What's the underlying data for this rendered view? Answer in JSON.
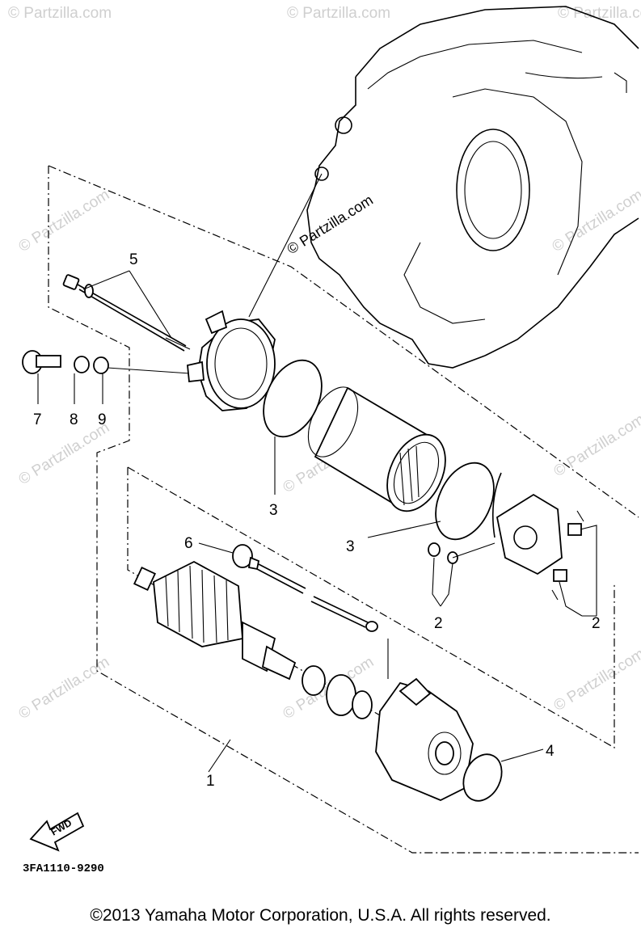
{
  "diagram": {
    "watermark_text": "© Partzilla.com",
    "center_watermark": "© Partzilla.com",
    "callouts": {
      "c1": "1",
      "c2a": "2",
      "c2b": "2",
      "c3a": "3",
      "c3b": "3",
      "c4": "4",
      "c5": "5",
      "c6": "6",
      "c7": "7",
      "c8": "8",
      "c9": "9"
    },
    "fwd_label": "FWD",
    "diagram_code": "3FA1110-9290",
    "copyright": "©2013 Yamaha Motor Corporation, U.S.A. All rights reserved."
  }
}
